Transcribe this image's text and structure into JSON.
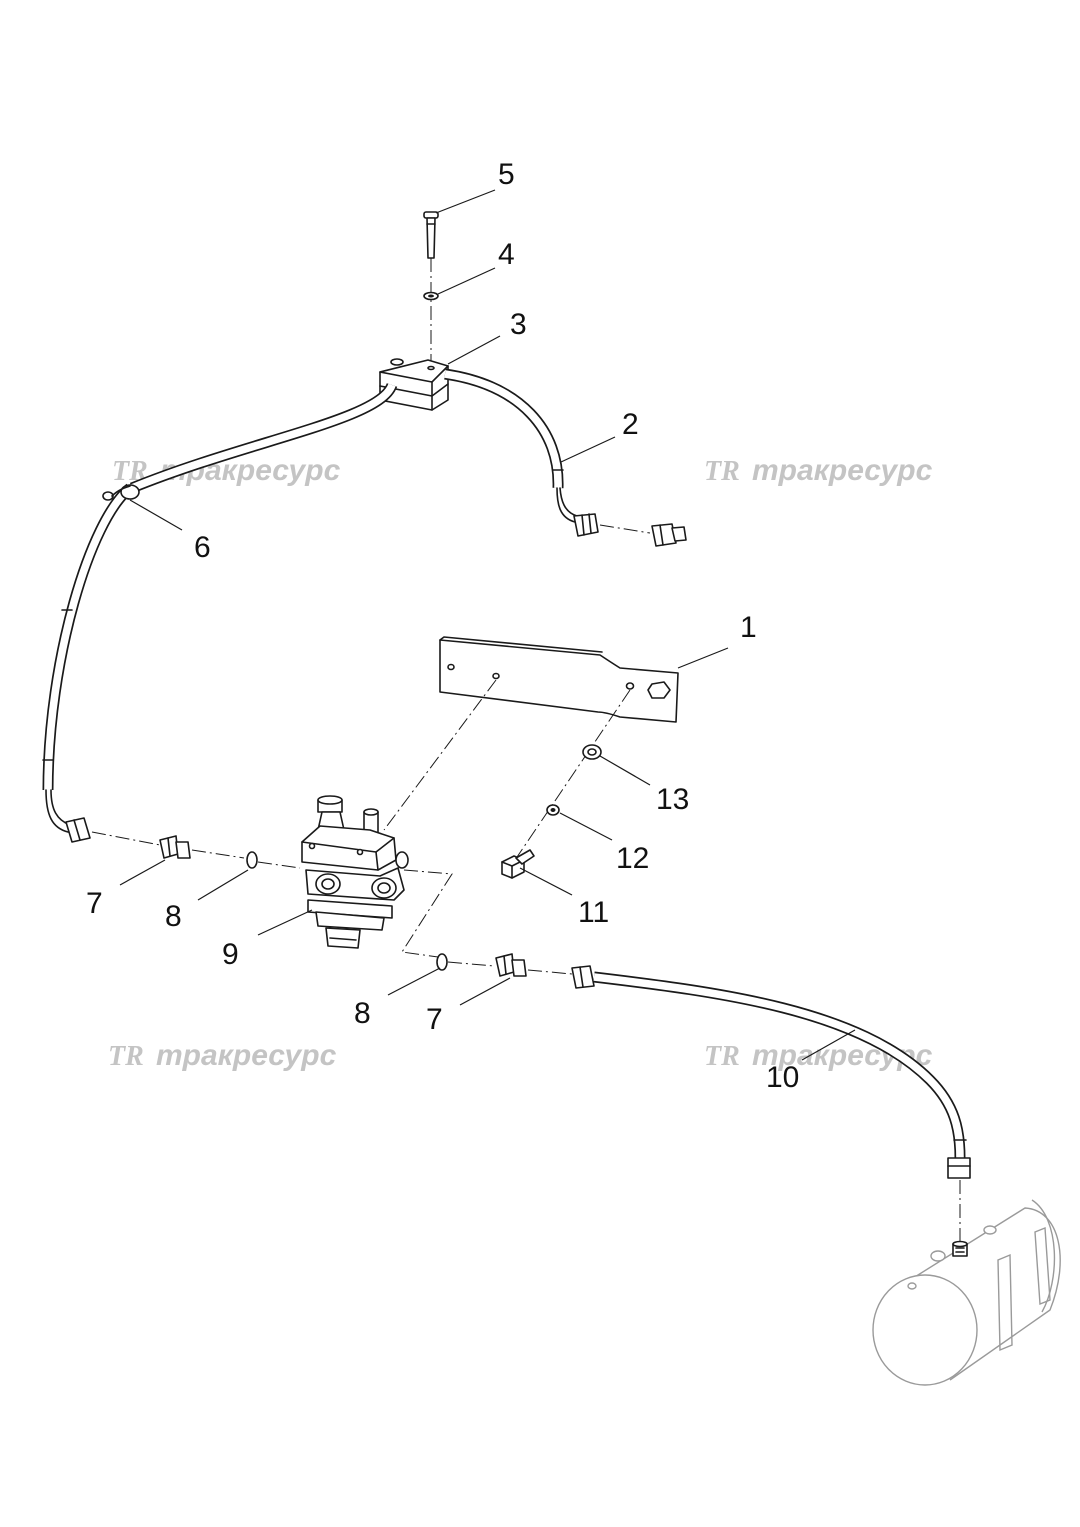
{
  "watermark": {
    "logo_mark": "TR",
    "brand": "тракресурс",
    "color": "#c4c4c4"
  },
  "callouts": [
    "1",
    "2",
    "3",
    "4",
    "5",
    "6",
    "7",
    "8",
    "9",
    "10",
    "11",
    "12",
    "13",
    "7",
    "8"
  ],
  "colors": {
    "line": "#1a1a1a",
    "background": "#ffffff",
    "faint_part": "#9a9a9a"
  }
}
